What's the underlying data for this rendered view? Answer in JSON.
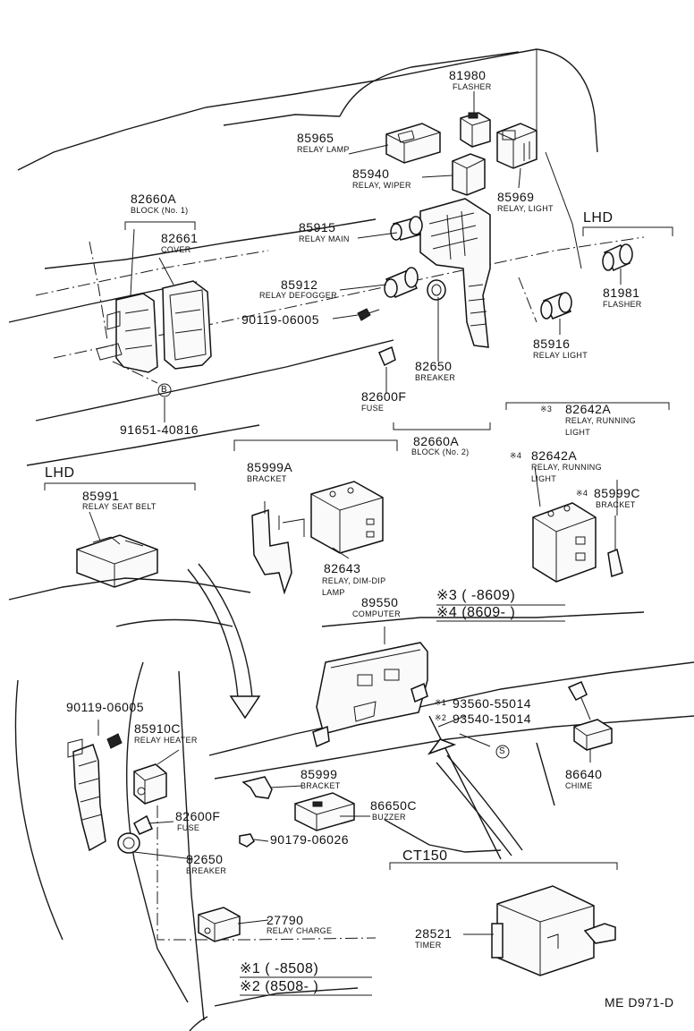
{
  "parts": [
    {
      "id": "81980",
      "num": "81980",
      "name": "FLASHER"
    },
    {
      "id": "85965",
      "num": "85965",
      "name": "RELAY LAMP"
    },
    {
      "id": "85940",
      "num": "85940",
      "name": "RELAY, WIPER"
    },
    {
      "id": "85969",
      "num": "85969",
      "name": "RELAY, LIGHT"
    },
    {
      "id": "82660a-1",
      "num": "82660A",
      "name": "BLOCK (No. 1)"
    },
    {
      "id": "82661",
      "num": "82661",
      "name": "COVER"
    },
    {
      "id": "85915",
      "num": "85915",
      "name": "RELAY MAIN"
    },
    {
      "id": "85912",
      "num": "85912",
      "name": "RELAY DEFOGGER"
    },
    {
      "id": "90119-06005-a",
      "num": "90119-06005",
      "name": ""
    },
    {
      "id": "81981",
      "num": "81981",
      "name": "FLASHER"
    },
    {
      "id": "85916",
      "num": "85916",
      "name": "RELAY LIGHT"
    },
    {
      "id": "82650-a",
      "num": "82650",
      "name": "BREAKER"
    },
    {
      "id": "82600f-a",
      "num": "82600F",
      "name": "FUSE"
    },
    {
      "id": "91651-40816",
      "num": "91651-40816",
      "name": ""
    },
    {
      "id": "82660a-2",
      "num": "82660A",
      "name": "BLOCK (No. 2)"
    },
    {
      "id": "82642a-3",
      "num": "82642A",
      "name": "RELAY, RUNNING",
      "name2": "LIGHT",
      "mark": "※3"
    },
    {
      "id": "82642a-4",
      "num": "82642A",
      "name": "RELAY, RUNNING",
      "name2": "LIGHT",
      "mark": "※4"
    },
    {
      "id": "85999c",
      "num": "85999C",
      "name": "BRACKET",
      "mark": "※4"
    },
    {
      "id": "85999a",
      "num": "85999A",
      "name": "BRACKET"
    },
    {
      "id": "85991",
      "num": "85991",
      "name": "RELAY SEAT BELT"
    },
    {
      "id": "82643",
      "num": "82643",
      "name": "RELAY, DIM-DIP",
      "name2": "LAMP"
    },
    {
      "id": "89550",
      "num": "89550",
      "name": "COMPUTER"
    },
    {
      "id": "90119-06005-b",
      "num": "90119-06005",
      "name": ""
    },
    {
      "id": "85910c",
      "num": "85910C",
      "name": "RELAY HEATER"
    },
    {
      "id": "93560-55014",
      "num": "93560-55014",
      "name": "",
      "mark": "※1"
    },
    {
      "id": "93540-15014",
      "num": "93540-15014",
      "name": "",
      "mark": "※2"
    },
    {
      "id": "85999",
      "num": "85999",
      "name": "BRACKET"
    },
    {
      "id": "86650c",
      "num": "86650C",
      "name": "BUZZER"
    },
    {
      "id": "86640",
      "num": "86640",
      "name": "CHIME"
    },
    {
      "id": "82600f-b",
      "num": "82600F",
      "name": "FUSE"
    },
    {
      "id": "90179-06026",
      "num": "90179-06026",
      "name": ""
    },
    {
      "id": "82650-b",
      "num": "82650",
      "name": "BREAKER"
    },
    {
      "id": "27790",
      "num": "27790",
      "name": "RELAY CHARGE"
    },
    {
      "id": "28521",
      "num": "28521",
      "name": "TIMER"
    }
  ],
  "regions": {
    "lhd_top": "LHD",
    "lhd_left": "LHD",
    "ct150": "CT150"
  },
  "markers": {
    "b": "B",
    "s": "S"
  },
  "footnotes": {
    "n3": "※3 (      -8609)",
    "n4": "※4 (8609-      )",
    "n1": "※1 (      -8508)",
    "n2": "※2 (8508-      )"
  },
  "diagram_code": "ME D971-D"
}
